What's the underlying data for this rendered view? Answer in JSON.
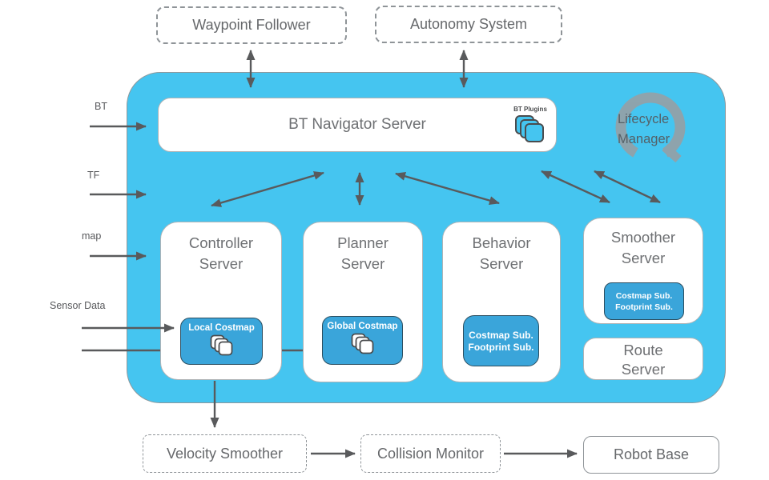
{
  "colors": {
    "container_blue": "#45c5f0",
    "inner_box_blue": "#3aa5da",
    "inner_box_border": "#2c4e60",
    "arrow_gray": "#595a5c",
    "lifecycle_icon_gray": "#95a1a7",
    "title_gray": "#6e7073"
  },
  "external_top": {
    "waypoint_follower": "Waypoint Follower",
    "autonomy_system": "Autonomy System"
  },
  "inputs": {
    "bt": "BT",
    "tf": "TF",
    "map": "map",
    "sensor_data": "Sensor Data"
  },
  "bt_navigator": {
    "title": "BT Navigator Server",
    "plugins_label": "BT Plugins"
  },
  "lifecycle": {
    "line1": "Lifecycle",
    "line2": "Manager"
  },
  "servers": {
    "controller": {
      "line1": "Controller",
      "line2": "Server",
      "sub_label": "Local Costmap"
    },
    "planner": {
      "line1": "Planner",
      "line2": "Server",
      "sub_label": "Global Costmap"
    },
    "behavior": {
      "line1": "Behavior",
      "line2": "Server",
      "sub_line1": "Costmap Sub.",
      "sub_line2": "Footprint Sub."
    },
    "smoother": {
      "line1": "Smoother",
      "line2": "Server",
      "sub_line1": "Costmap Sub.",
      "sub_line2": "Footprint Sub."
    },
    "route": {
      "line1": "Route",
      "line2": "Server"
    }
  },
  "external_bottom": {
    "velocity_smoother": "Velocity Smoother",
    "collision_monitor": "Collision Monitor",
    "robot_base": "Robot Base"
  }
}
